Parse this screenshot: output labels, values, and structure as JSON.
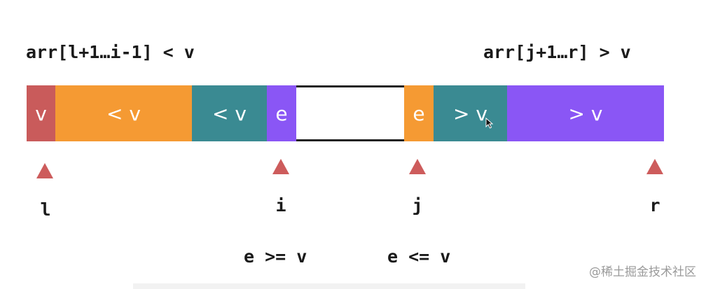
{
  "labels": {
    "left_range": "arr[l+1…i-1] < v",
    "right_range": "arr[j+1…r] > v"
  },
  "segments": [
    {
      "label": "v",
      "color": "#c95b5b"
    },
    {
      "label": "< v",
      "color": "#f59a33"
    },
    {
      "label": "< v",
      "color": "#3a8a92"
    },
    {
      "label": "e",
      "color": "#8a56f5"
    },
    {
      "label": "",
      "color": "#ffffff"
    },
    {
      "label": "e",
      "color": "#f59a33"
    },
    {
      "label": "> v",
      "color": "#3a8a92"
    },
    {
      "label": "> v",
      "color": "#8a56f5"
    }
  ],
  "pointers": {
    "l": "l",
    "i": "i",
    "j": "j",
    "r": "r",
    "color": "#cd5c5c"
  },
  "conditions": {
    "i_condition": "e >= v",
    "j_condition": "e <= v"
  },
  "watermark": "@稀土掘金技术社区",
  "icons": [
    "cursor-arrow-icon",
    "pointer-triangle-icon"
  ]
}
